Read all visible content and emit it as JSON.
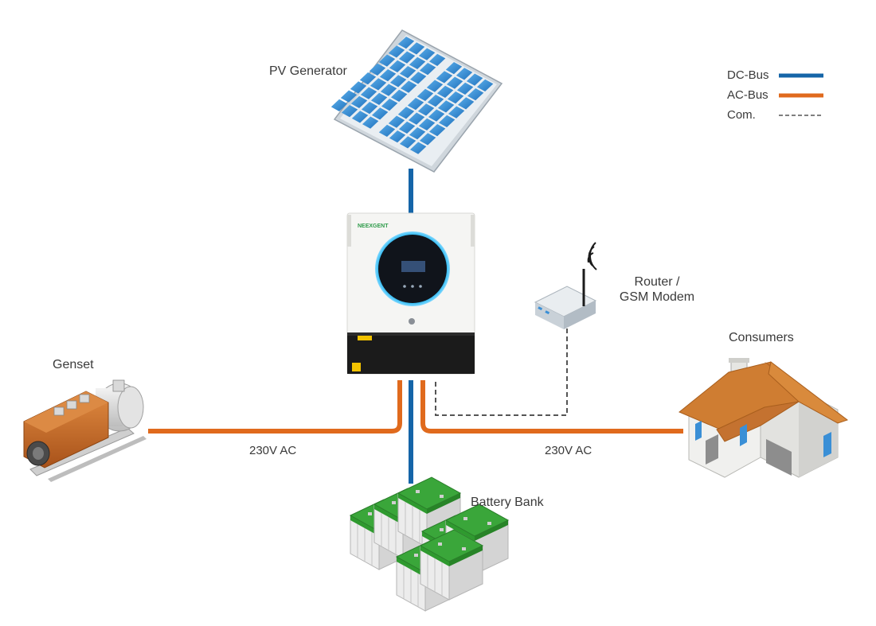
{
  "components": {
    "pv_generator": "PV Generator",
    "genset": "Genset",
    "router_line1": "Router /",
    "router_line2": "GSM Modem",
    "consumers": "Consumers",
    "battery_bank": "Battery Bank"
  },
  "inverter_brand": "NEEXGENT",
  "connections": {
    "left_ac_label": "230V AC",
    "right_ac_label": "230V AC"
  },
  "legend": [
    {
      "label": "DC-Bus",
      "color": "#1565a8",
      "style": "solid"
    },
    {
      "label": "AC-Bus",
      "color": "#e06a1d",
      "style": "solid"
    },
    {
      "label": "Com.",
      "color": "#555555",
      "style": "dashed"
    }
  ],
  "colors": {
    "dc_bus": "#1565a8",
    "ac_bus": "#e06a1d",
    "com": "#555555",
    "panel_cell": "#3a8fd6",
    "battery_top": "#3aa63a",
    "house_roof": "#cf7d32",
    "genset_body": "#c96a22"
  }
}
